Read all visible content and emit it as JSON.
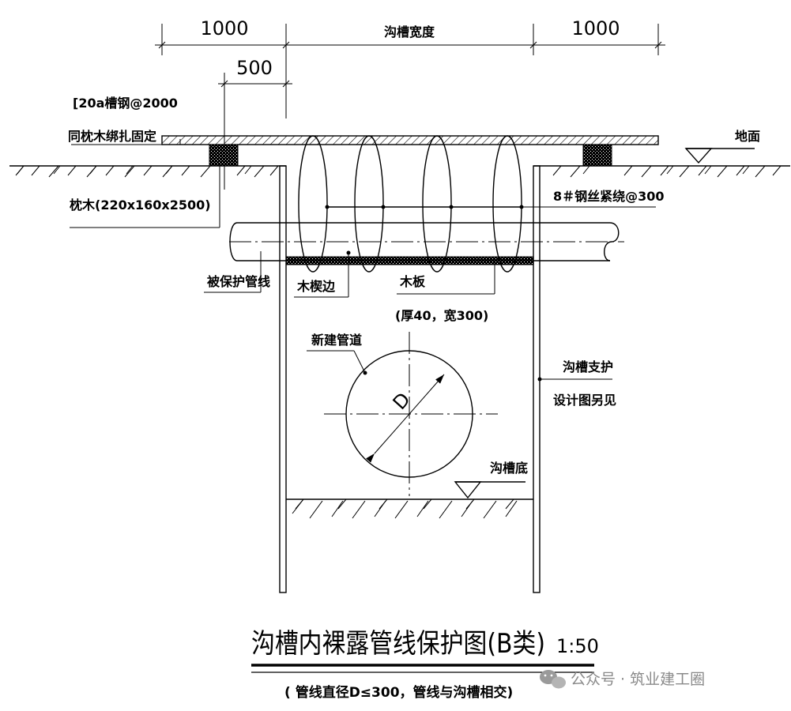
{
  "dimensions": {
    "left_width": "1000",
    "trench_width": "沟槽宽度",
    "right_width": "1000",
    "sleeper_offset": "500"
  },
  "labels": {
    "channel_steel_line1": "[20a槽钢@2000",
    "channel_steel_line2": "同枕木绑扎固定",
    "sleeper": "枕木(220x160x2500)",
    "ground": "地面",
    "steel_wire": "8＃钢丝紧绕@300",
    "protected_pipeline": "被保护管线",
    "wooden_wedge": "木楔边",
    "wooden_board": "木板",
    "board_spec": "(厚40，宽300)",
    "new_pipe": "新建管道",
    "diameter": "D",
    "trench_support_line1": "沟槽支护",
    "trench_support_line2": "设计图另见",
    "trench_bottom": "沟槽底"
  },
  "title": {
    "main": "沟槽内裸露管线保护图(B类)",
    "scale": "1:50",
    "subtitle": "( 管线直径D≤300，管线与沟槽相交)"
  },
  "watermark": {
    "text": "公众号 · 筑业建工圈",
    "icon": "wechat-icon"
  }
}
